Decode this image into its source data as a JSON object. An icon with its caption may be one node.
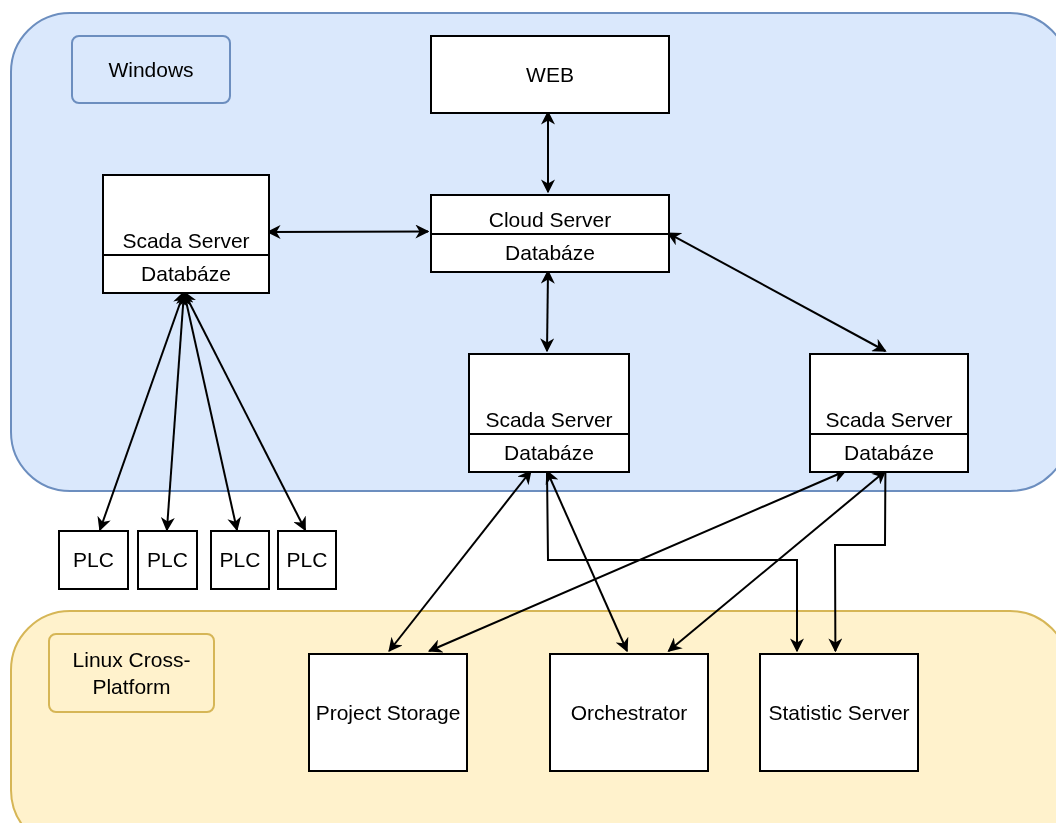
{
  "diagram": {
    "nodes": [
      {
        "text": [],
        "shape": "box"
      },
      {
        "text": [
          "Windows"
        ],
        "in": 0
      },
      {
        "text": [
          "WEB"
        ],
        "in": 0
      },
      {
        "text": [
          "Scada Server",
          "Databáze"
        ],
        "in": 0
      },
      {
        "text": [
          "Cloud Server",
          "Databáze"
        ],
        "in": 0
      },
      {
        "text": [
          "Scada Server",
          "Databáze"
        ],
        "in": 0
      },
      {
        "text": [
          "Scada Server",
          "Databáze"
        ],
        "in": 0
      },
      {
        "text": [
          "PLC"
        ]
      },
      {
        "text": [
          "PLC"
        ]
      },
      {
        "text": [
          "PLC"
        ]
      },
      {
        "text": [
          "PLC"
        ]
      },
      {
        "text": [],
        "shape": "box"
      },
      {
        "text": [
          "Linux Cross-Platform"
        ],
        "in": 11
      },
      {
        "text": [
          "Project Storage"
        ],
        "in": 11
      },
      {
        "text": [
          "Orchestrator"
        ],
        "in": 11
      },
      {
        "text": [
          "Statistic Server"
        ],
        "in": 11
      }
    ],
    "edges": [
      {
        "from": 2,
        "to": 4,
        "arrow": "both"
      },
      {
        "from": 3,
        "to": 4,
        "arrow": "both"
      },
      {
        "from": 4,
        "to": 5,
        "arrow": "both"
      },
      {
        "from": 4,
        "to": 6,
        "arrow": "both"
      },
      {
        "from": 3,
        "to": 7,
        "arrow": "both"
      },
      {
        "from": 3,
        "to": 8,
        "arrow": "both"
      },
      {
        "from": 3,
        "to": 9,
        "arrow": "both"
      },
      {
        "from": 3,
        "to": 10,
        "arrow": "both"
      },
      {
        "from": 5,
        "to": 13,
        "arrow": "both"
      },
      {
        "from": 6,
        "to": 13,
        "arrow": "both"
      },
      {
        "from": 5,
        "to": 14,
        "arrow": "both"
      },
      {
        "from": 6,
        "to": 14,
        "arrow": "both"
      },
      {
        "from": 5,
        "to": 15,
        "arrow": "to"
      },
      {
        "from": 6,
        "to": 15,
        "arrow": "to"
      }
    ]
  }
}
